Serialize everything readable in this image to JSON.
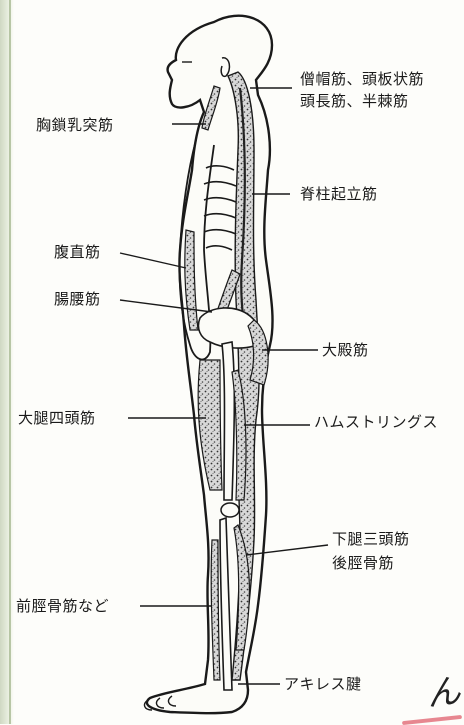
{
  "labels": {
    "trapezius_splenius": "僧帽筋、頭板状筋",
    "longus_semispinalis": "頭長筋、半棘筋",
    "sternocleidomastoid": "胸鎖乳突筋",
    "erector_spinae": "脊柱起立筋",
    "rectus_abdominis": "腹直筋",
    "iliopsoas": "腸腰筋",
    "gluteus_maximus": "大殿筋",
    "quadriceps": "大腿四頭筋",
    "hamstrings": "ハムストリングス",
    "triceps_surae": "下腿三頭筋",
    "tibialis_posterior": "後脛骨筋",
    "tibialis_anterior": "前脛骨筋など",
    "achilles": "アキレス腱"
  },
  "signature": "ん"
}
